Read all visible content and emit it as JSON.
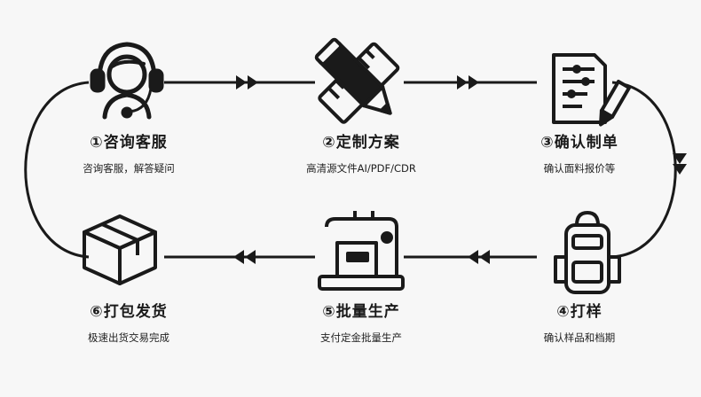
{
  "steps": [
    {
      "title": "①咨询客服",
      "subtitle": "咨询客服，解答疑问",
      "icon": "headset-agent-icon"
    },
    {
      "title": "②定制方案",
      "subtitle": "高清源文件AI/PDF/CDR",
      "icon": "pencil-ruler-icon"
    },
    {
      "title": "③确认制单",
      "subtitle": "确认面料报价等",
      "icon": "order-sheet-icon"
    },
    {
      "title": "④打样",
      "subtitle": "确认样品和档期",
      "icon": "backpack-icon"
    },
    {
      "title": "⑤批量生产",
      "subtitle": "支付定金批量生产",
      "icon": "sewing-machine-icon"
    },
    {
      "title": "⑥打包发货",
      "subtitle": "极速出货交易完成",
      "icon": "package-box-icon"
    }
  ],
  "colors": {
    "background": "#f7f7f7",
    "line": "#1a1a1a",
    "text": "#1a1a1a"
  }
}
